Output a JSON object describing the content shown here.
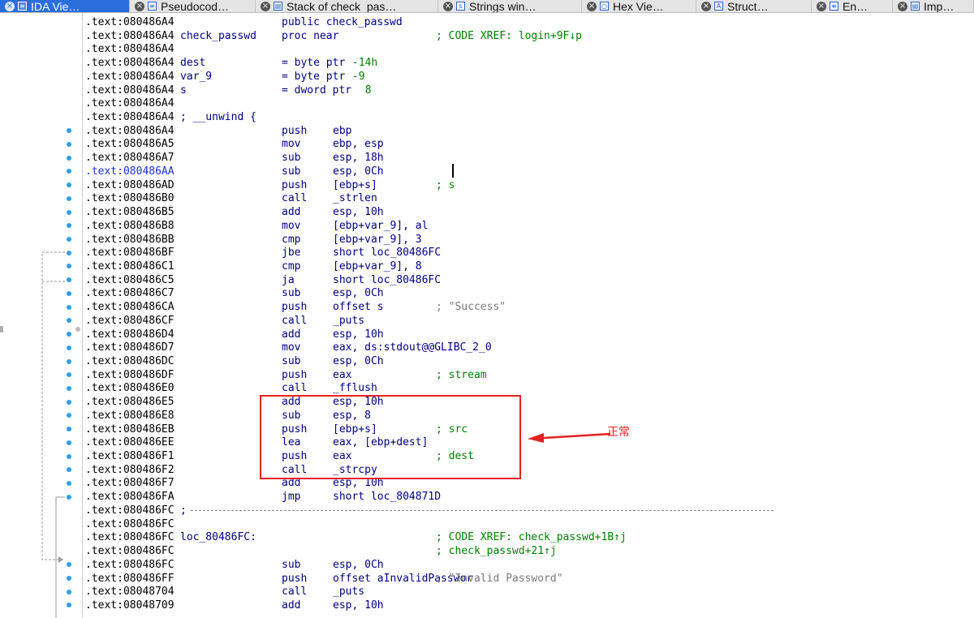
{
  "tabs": [
    {
      "label": "IDA Vie…",
      "icon": "ida-view-icon",
      "active": true
    },
    {
      "label": "Pseudocod…",
      "icon": "pseudocode-icon",
      "active": false
    },
    {
      "label": "Stack of check_pas…",
      "icon": "stack-icon",
      "active": false
    },
    {
      "label": "Strings win…",
      "icon": "strings-icon",
      "active": false
    },
    {
      "label": "Hex Vie…",
      "icon": "hex-view-icon",
      "active": false
    },
    {
      "label": "Struct…",
      "icon": "structures-icon",
      "active": false
    },
    {
      "label": "En…",
      "icon": "enums-icon",
      "active": false
    },
    {
      "label": "Imp…",
      "icon": "imports-icon",
      "active": false
    }
  ],
  "listing": [
    {
      "addr": ".text:080486A4",
      "label": "",
      "mnemonic": "public check_passwd",
      "operands": "",
      "comment": "",
      "bp": false
    },
    {
      "addr": ".text:080486A4",
      "label": "check_passwd",
      "mnemonic": "proc near",
      "operands": "",
      "comment": "; CODE XREF: login+9F↓p",
      "bp": false
    },
    {
      "addr": ".text:080486A4",
      "label": "",
      "mnemonic": "",
      "operands": "",
      "comment": "",
      "bp": false
    },
    {
      "addr": ".text:080486A4",
      "label": "dest",
      "mnemonic": "= byte ptr ",
      "operands": "",
      "comment": "",
      "bp": false,
      "hl": "-14h"
    },
    {
      "addr": ".text:080486A4",
      "label": "var_9",
      "mnemonic": "= byte ptr ",
      "operands": "",
      "comment": "",
      "bp": false,
      "hl": "-9"
    },
    {
      "addr": ".text:080486A4",
      "label": "s",
      "mnemonic": "= dword ptr  ",
      "operands": "",
      "comment": "",
      "bp": false,
      "hl": "8"
    },
    {
      "addr": ".text:080486A4",
      "label": "",
      "mnemonic": "",
      "operands": "",
      "comment": "",
      "bp": false
    },
    {
      "addr": ".text:080486A4",
      "label": "; __unwind {",
      "mnemonic": "",
      "operands": "",
      "comment": "",
      "bp": false
    },
    {
      "addr": ".text:080486A4",
      "label": "",
      "mnemonic": "push",
      "operands": "ebp",
      "comment": "",
      "bp": true
    },
    {
      "addr": ".text:080486A5",
      "label": "",
      "mnemonic": "mov",
      "operands": "ebp, esp",
      "comment": "",
      "bp": true
    },
    {
      "addr": ".text:080486A7",
      "label": "",
      "mnemonic": "sub",
      "operands": "esp, 18h",
      "comment": "",
      "bp": true
    },
    {
      "addr": ".text:080486AA",
      "label": "",
      "mnemonic": "sub",
      "operands": "esp, 0Ch",
      "comment": "",
      "bp": true,
      "selected": true
    },
    {
      "addr": ".text:080486AD",
      "label": "",
      "mnemonic": "push",
      "operands": "[ebp+s]",
      "comment": "; s",
      "bp": true
    },
    {
      "addr": ".text:080486B0",
      "label": "",
      "mnemonic": "call",
      "operands": "_strlen",
      "comment": "",
      "bp": true
    },
    {
      "addr": ".text:080486B5",
      "label": "",
      "mnemonic": "add",
      "operands": "esp, 10h",
      "comment": "",
      "bp": true
    },
    {
      "addr": ".text:080486B8",
      "label": "",
      "mnemonic": "mov",
      "operands": "[ebp+var_9], al",
      "comment": "",
      "bp": true
    },
    {
      "addr": ".text:080486BB",
      "label": "",
      "mnemonic": "cmp",
      "operands": "[ebp+var_9], 3",
      "comment": "",
      "bp": true
    },
    {
      "addr": ".text:080486BF",
      "label": "",
      "mnemonic": "jbe",
      "operands": "short loc_80486FC",
      "comment": "",
      "bp": true
    },
    {
      "addr": ".text:080486C1",
      "label": "",
      "mnemonic": "cmp",
      "operands": "[ebp+var_9], 8",
      "comment": "",
      "bp": true
    },
    {
      "addr": ".text:080486C5",
      "label": "",
      "mnemonic": "ja",
      "operands": "short loc_80486FC",
      "comment": "",
      "bp": true
    },
    {
      "addr": ".text:080486C7",
      "label": "",
      "mnemonic": "sub",
      "operands": "esp, 0Ch",
      "comment": "",
      "bp": true
    },
    {
      "addr": ".text:080486CA",
      "label": "",
      "mnemonic": "push",
      "operands": "offset s",
      "comment": "; \"Success\"",
      "bp": true,
      "strc": true
    },
    {
      "addr": ".text:080486CF",
      "label": "",
      "mnemonic": "call",
      "operands": "_puts",
      "comment": "",
      "bp": true
    },
    {
      "addr": ".text:080486D4",
      "label": "",
      "mnemonic": "add",
      "operands": "esp, 10h",
      "comment": "",
      "bp": true
    },
    {
      "addr": ".text:080486D7",
      "label": "",
      "mnemonic": "mov",
      "operands": "eax, ds:stdout@@GLIBC_2_0",
      "comment": "",
      "bp": true
    },
    {
      "addr": ".text:080486DC",
      "label": "",
      "mnemonic": "sub",
      "operands": "esp, 0Ch",
      "comment": "",
      "bp": true
    },
    {
      "addr": ".text:080486DF",
      "label": "",
      "mnemonic": "push",
      "operands": "eax",
      "comment": "; stream",
      "bp": true
    },
    {
      "addr": ".text:080486E0",
      "label": "",
      "mnemonic": "call",
      "operands": "_fflush",
      "comment": "",
      "bp": true
    },
    {
      "addr": ".text:080486E5",
      "label": "",
      "mnemonic": "add",
      "operands": "esp, 10h",
      "comment": "",
      "bp": true
    },
    {
      "addr": ".text:080486E8",
      "label": "",
      "mnemonic": "sub",
      "operands": "esp, 8",
      "comment": "",
      "bp": true
    },
    {
      "addr": ".text:080486EB",
      "label": "",
      "mnemonic": "push",
      "operands": "[ebp+s]",
      "comment": "; src",
      "bp": true
    },
    {
      "addr": ".text:080486EE",
      "label": "",
      "mnemonic": "lea",
      "operands": "eax, [ebp+dest]",
      "comment": "",
      "bp": true
    },
    {
      "addr": ".text:080486F1",
      "label": "",
      "mnemonic": "push",
      "operands": "eax",
      "comment": "; dest",
      "bp": true
    },
    {
      "addr": ".text:080486F2",
      "label": "",
      "mnemonic": "call",
      "operands": "_strcpy",
      "comment": "",
      "bp": true
    },
    {
      "addr": ".text:080486F7",
      "label": "",
      "mnemonic": "add",
      "operands": "esp, 10h",
      "comment": "",
      "bp": true
    },
    {
      "addr": ".text:080486FA",
      "label": "",
      "mnemonic": "jmp",
      "operands": "short loc_804871D",
      "comment": "",
      "bp": true
    },
    {
      "addr": ".text:080486FC",
      "label": ";",
      "mnemonic": "",
      "operands": "",
      "comment": "",
      "bp": false,
      "separator": true
    },
    {
      "addr": ".text:080486FC",
      "label": "",
      "mnemonic": "",
      "operands": "",
      "comment": "",
      "bp": false
    },
    {
      "addr": ".text:080486FC",
      "label": "loc_80486FC:",
      "mnemonic": "",
      "operands": "",
      "comment": "; CODE XREF: check_passwd+1B↑j",
      "bp": false
    },
    {
      "addr": ".text:080486FC",
      "label": "",
      "mnemonic": "",
      "operands": "",
      "comment": "; check_passwd+21↑j",
      "bp": false
    },
    {
      "addr": ".text:080486FC",
      "label": "",
      "mnemonic": "sub",
      "operands": "esp, 0Ch",
      "comment": "",
      "bp": true
    },
    {
      "addr": ".text:080486FF",
      "label": "",
      "mnemonic": "push",
      "operands": "offset aInvalidPasswor",
      "comment": "; \"Invalid Password\"",
      "bp": true,
      "strc": true
    },
    {
      "addr": ".text:08048704",
      "label": "",
      "mnemonic": "call",
      "operands": "_puts",
      "comment": "",
      "bp": true
    },
    {
      "addr": ".text:08048709",
      "label": "",
      "mnemonic": "add",
      "operands": "esp, 10h",
      "comment": "",
      "bp": true
    }
  ],
  "annotation": {
    "note": "正常",
    "color": "#e52222"
  },
  "colors": {
    "accent": "#2a6edb",
    "address": "#000000",
    "code": "#000080",
    "comment": "#008000",
    "string_comment": "#7a7a7a",
    "breakpoint": "#2d9fe8"
  }
}
